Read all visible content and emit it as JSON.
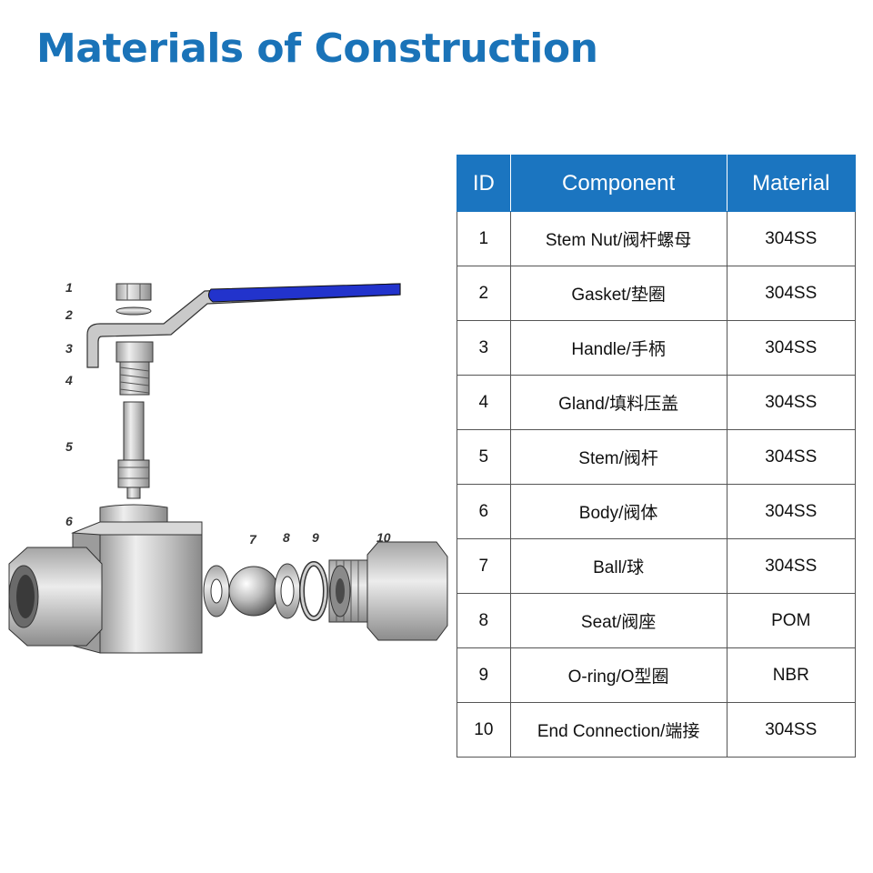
{
  "title": "Materials of Construction",
  "diagram": {
    "callouts": [
      "1",
      "2",
      "3",
      "4",
      "5",
      "6",
      "7",
      "8",
      "9",
      "10"
    ]
  },
  "table": {
    "headers": [
      "ID",
      "Component",
      "Material"
    ],
    "rows": [
      {
        "id": "1",
        "component": "Stem Nut/阀杆螺母",
        "material": "304SS"
      },
      {
        "id": "2",
        "component": "Gasket/垫圈",
        "material": "304SS"
      },
      {
        "id": "3",
        "component": "Handle/手柄",
        "material": "304SS"
      },
      {
        "id": "4",
        "component": "Gland/填料压盖",
        "material": "304SS"
      },
      {
        "id": "5",
        "component": "Stem/阀杆",
        "material": "304SS"
      },
      {
        "id": "6",
        "component": "Body/阀体",
        "material": "304SS"
      },
      {
        "id": "7",
        "component": "Ball/球",
        "material": "304SS"
      },
      {
        "id": "8",
        "component": "Seat/阀座",
        "material": "POM"
      },
      {
        "id": "9",
        "component": "O-ring/O型圈",
        "material": "NBR"
      },
      {
        "id": "10",
        "component": "End Connection/端接",
        "material": "304SS"
      }
    ]
  },
  "colors": {
    "title": "#1a73b8",
    "header_bg": "#1b75c0",
    "handle_grip": "#2233cc",
    "metal": "#c8c8c8"
  }
}
